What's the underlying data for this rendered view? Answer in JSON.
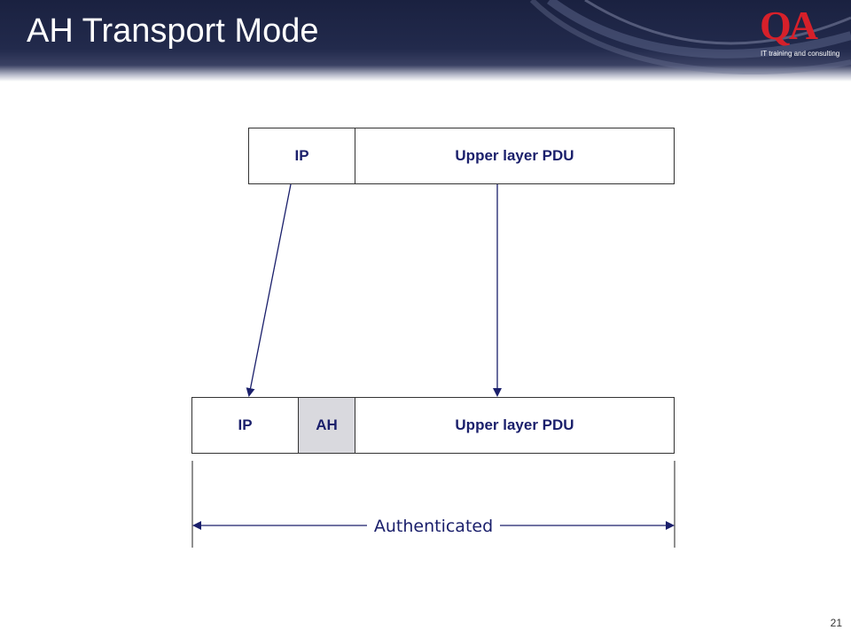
{
  "slide": {
    "title": "AH Transport Mode",
    "page_number": "21"
  },
  "logo": {
    "mark": "QA",
    "tagline": "IT training and consulting"
  },
  "diagram": {
    "original_packet": {
      "ip": "IP",
      "upper": "Upper layer PDU"
    },
    "ah_packet": {
      "ip": "IP",
      "ah": "AH",
      "upper": "Upper layer PDU"
    },
    "authenticated_label": "Authenticated"
  },
  "colors": {
    "header_bg": "#1a2140",
    "box_text": "#1a1f6b",
    "ah_fill": "#d9d9de",
    "logo_red": "#d6202a",
    "arrow": "#1a1f6b"
  }
}
